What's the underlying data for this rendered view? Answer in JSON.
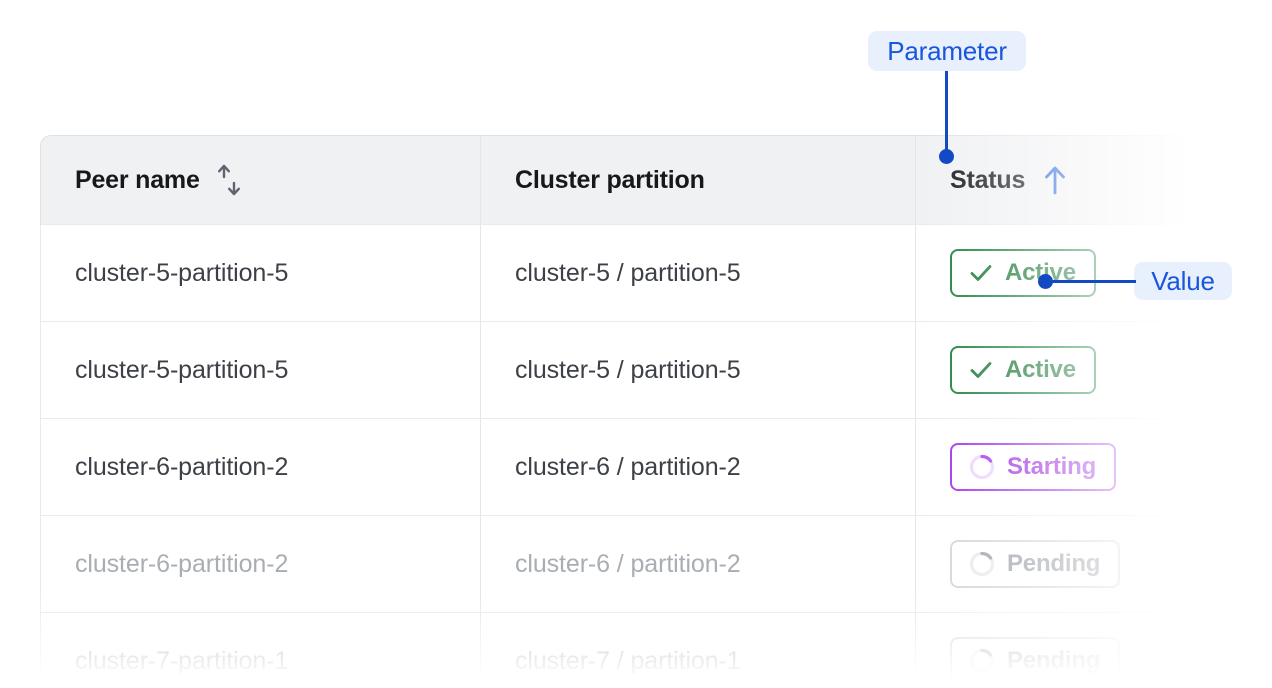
{
  "table": {
    "columns": [
      {
        "id": "peer-name",
        "label": "Peer name",
        "sort_icon": "sort-both-icon",
        "sort_state": "none"
      },
      {
        "id": "cluster-partition",
        "label": "Cluster partition",
        "sort_icon": null,
        "sort_state": "none"
      },
      {
        "id": "status",
        "label": "Status",
        "sort_icon": "arrow-up-icon",
        "sort_state": "ascending"
      }
    ],
    "rows": [
      {
        "peer_name": "cluster-5-partition-5",
        "cluster_partition": "cluster-5 / partition-5",
        "status": {
          "label": "Active",
          "variant": "active",
          "icon": "check-icon"
        },
        "muted": false
      },
      {
        "peer_name": "cluster-5-partition-5",
        "cluster_partition": "cluster-5 / partition-5",
        "status": {
          "label": "Active",
          "variant": "active",
          "icon": "check-icon"
        },
        "muted": false
      },
      {
        "peer_name": "cluster-6-partition-2",
        "cluster_partition": "cluster-6 / partition-2",
        "status": {
          "label": "Starting",
          "variant": "starting",
          "icon": "spinner-icon"
        },
        "muted": false
      },
      {
        "peer_name": "cluster-6-partition-2",
        "cluster_partition": "cluster-6 / partition-2",
        "status": {
          "label": "Pending",
          "variant": "pending",
          "icon": "spinner-icon"
        },
        "muted": true
      },
      {
        "peer_name": "cluster-7-partition-1",
        "cluster_partition": "cluster-7 / partition-1",
        "status": {
          "label": "Pending",
          "variant": "pending",
          "icon": "spinner-icon"
        },
        "muted": true
      }
    ]
  },
  "annotations": {
    "parameter": {
      "label": "Parameter",
      "target": "status-column-header"
    },
    "value": {
      "label": "Value",
      "target": "status-badge-row-1"
    }
  },
  "colors": {
    "annotation_text": "#1a56db",
    "annotation_pill_bg": "#e8f0fe",
    "annotation_line": "#1449c4",
    "status_active": "#11742f",
    "status_starting": "#9b2bdd",
    "status_pending": "#9ba0a7",
    "header_bg": "#f0f1f3",
    "sort_active": "#1f5fdb",
    "sort_inactive": "#5f6570"
  }
}
